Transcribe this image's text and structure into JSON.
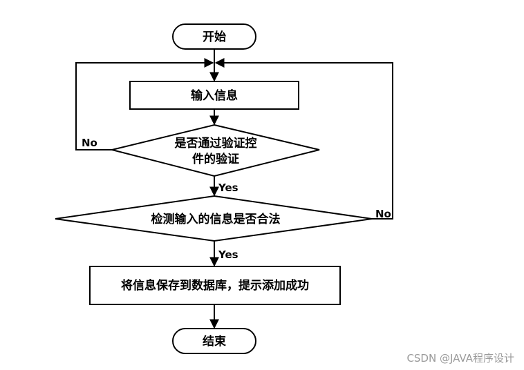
{
  "nodes": {
    "start": "开始",
    "input": "输入信息",
    "validate_line1": "是否通过验证控",
    "validate_line2": "件的验证",
    "check": "检测输入的信息是否合法",
    "save": "将信息保存到数据库，提示添加成功",
    "end": "结束"
  },
  "edges": {
    "validate_no": "No",
    "validate_yes": "Yes",
    "check_no": "No",
    "check_yes": "Yes"
  },
  "watermark": "CSDN @JAVA程序设计"
}
